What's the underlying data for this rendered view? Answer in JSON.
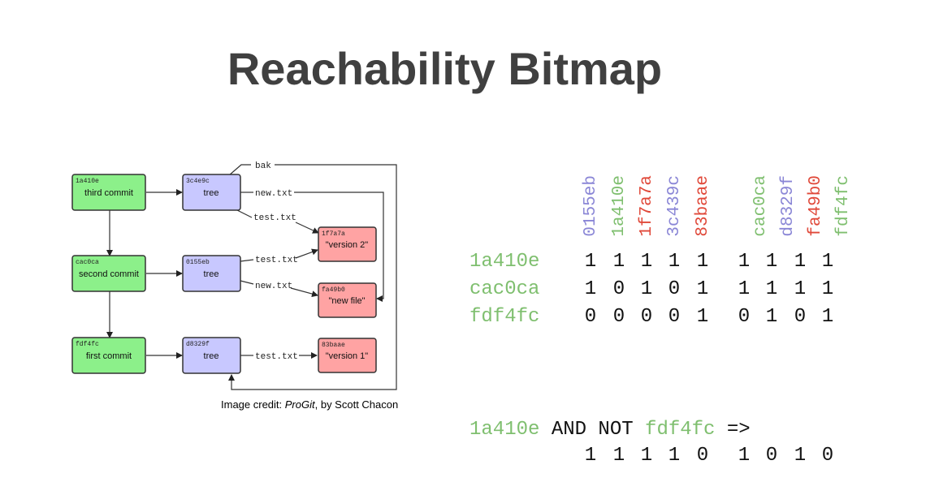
{
  "slide": {
    "title": "Reachability Bitmap",
    "credit_prefix": "Image credit:  ",
    "credit_book": "ProGit",
    "credit_suffix": ", by Scott Chacon"
  },
  "colors": {
    "green": "#7fbf6f",
    "purple": "#8a86d6",
    "red": "#e0493a",
    "commit_fill": "#8cf08a",
    "tree_fill": "#c8c8ff",
    "blob_fill": "#ffa3a3"
  },
  "diagram": {
    "commits": [
      {
        "hash": "1a410e",
        "label": "third commit"
      },
      {
        "hash": "cac0ca",
        "label": "second commit"
      },
      {
        "hash": "fdf4fc",
        "label": "first commit"
      }
    ],
    "trees": [
      {
        "hash": "3c4e9c",
        "label": "tree"
      },
      {
        "hash": "0155eb",
        "label": "tree"
      },
      {
        "hash": "d8329f",
        "label": "tree"
      }
    ],
    "blobs": [
      {
        "hash": "1f7a7a",
        "label": "\"version 2\""
      },
      {
        "hash": "fa49b0",
        "label": "\"new file\""
      },
      {
        "hash": "83baae",
        "label": "\"version 1\""
      }
    ],
    "edges": {
      "bak": "bak",
      "new_txt_1": "new.txt",
      "test_txt_1": "test.txt",
      "test_txt_2": "test.txt",
      "new_txt_2": "new.txt",
      "test_txt_3": "test.txt"
    }
  },
  "bitmap": {
    "columns": [
      {
        "hash": "0155eb",
        "color": "purple"
      },
      {
        "hash": "1a410e",
        "color": "green"
      },
      {
        "hash": "1f7a7a",
        "color": "red"
      },
      {
        "hash": "3c439c",
        "color": "purple"
      },
      {
        "hash": "83baae",
        "color": "red"
      },
      {
        "hash": "cac0ca",
        "color": "green"
      },
      {
        "hash": "d8329f",
        "color": "purple"
      },
      {
        "hash": "fa49b0",
        "color": "red"
      },
      {
        "hash": "fdf4fc",
        "color": "green"
      }
    ],
    "rows": [
      {
        "hash": "1a410e",
        "bits": [
          "1",
          "1",
          "1",
          "1",
          "1",
          "1",
          "1",
          "1",
          "1"
        ]
      },
      {
        "hash": "cac0ca",
        "bits": [
          "1",
          "0",
          "1",
          "0",
          "1",
          "1",
          "1",
          "1",
          "1"
        ]
      },
      {
        "hash": "fdf4fc",
        "bits": [
          "0",
          "0",
          "0",
          "0",
          "1",
          "0",
          "1",
          "0",
          "1"
        ]
      }
    ],
    "expression": {
      "left": "1a410e",
      "op": " AND NOT ",
      "right": "fdf4fc",
      "arrow": " =>"
    },
    "result_bits": [
      "1",
      "1",
      "1",
      "1",
      "0",
      "1",
      "0",
      "1",
      "0"
    ]
  }
}
